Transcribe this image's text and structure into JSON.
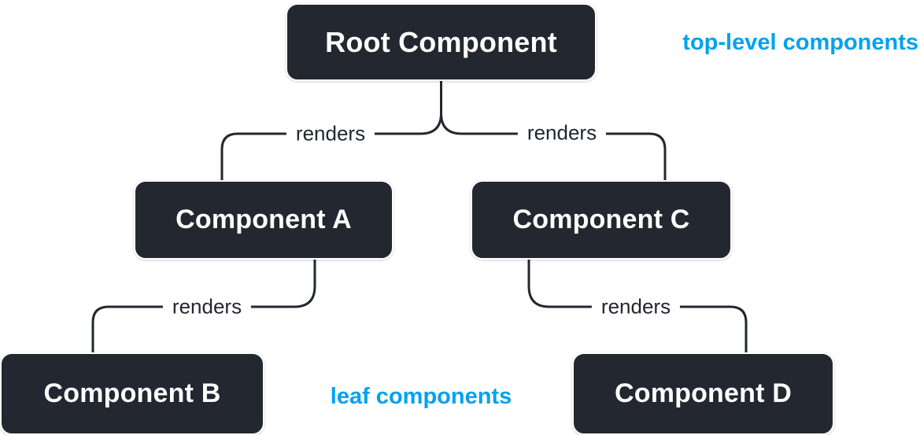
{
  "diagram": {
    "type": "component-render-tree",
    "colors": {
      "background": "#ffffff",
      "node_fill": "#23272f",
      "node_text": "#ffffff",
      "edge_line": "#23272f",
      "accent_blue": "#00a1f1"
    },
    "nodes": {
      "root": {
        "label": "Root Component"
      },
      "a": {
        "label": "Component A"
      },
      "b": {
        "label": "Component B"
      },
      "c": {
        "label": "Component C"
      },
      "d": {
        "label": "Component D"
      }
    },
    "edges": {
      "root_a": {
        "label": "renders"
      },
      "root_c": {
        "label": "renders"
      },
      "a_b": {
        "label": "renders"
      },
      "c_d": {
        "label": "renders"
      }
    },
    "annotations": {
      "top_level": {
        "label": "top-level components"
      },
      "leaf": {
        "label": "leaf components"
      }
    }
  }
}
